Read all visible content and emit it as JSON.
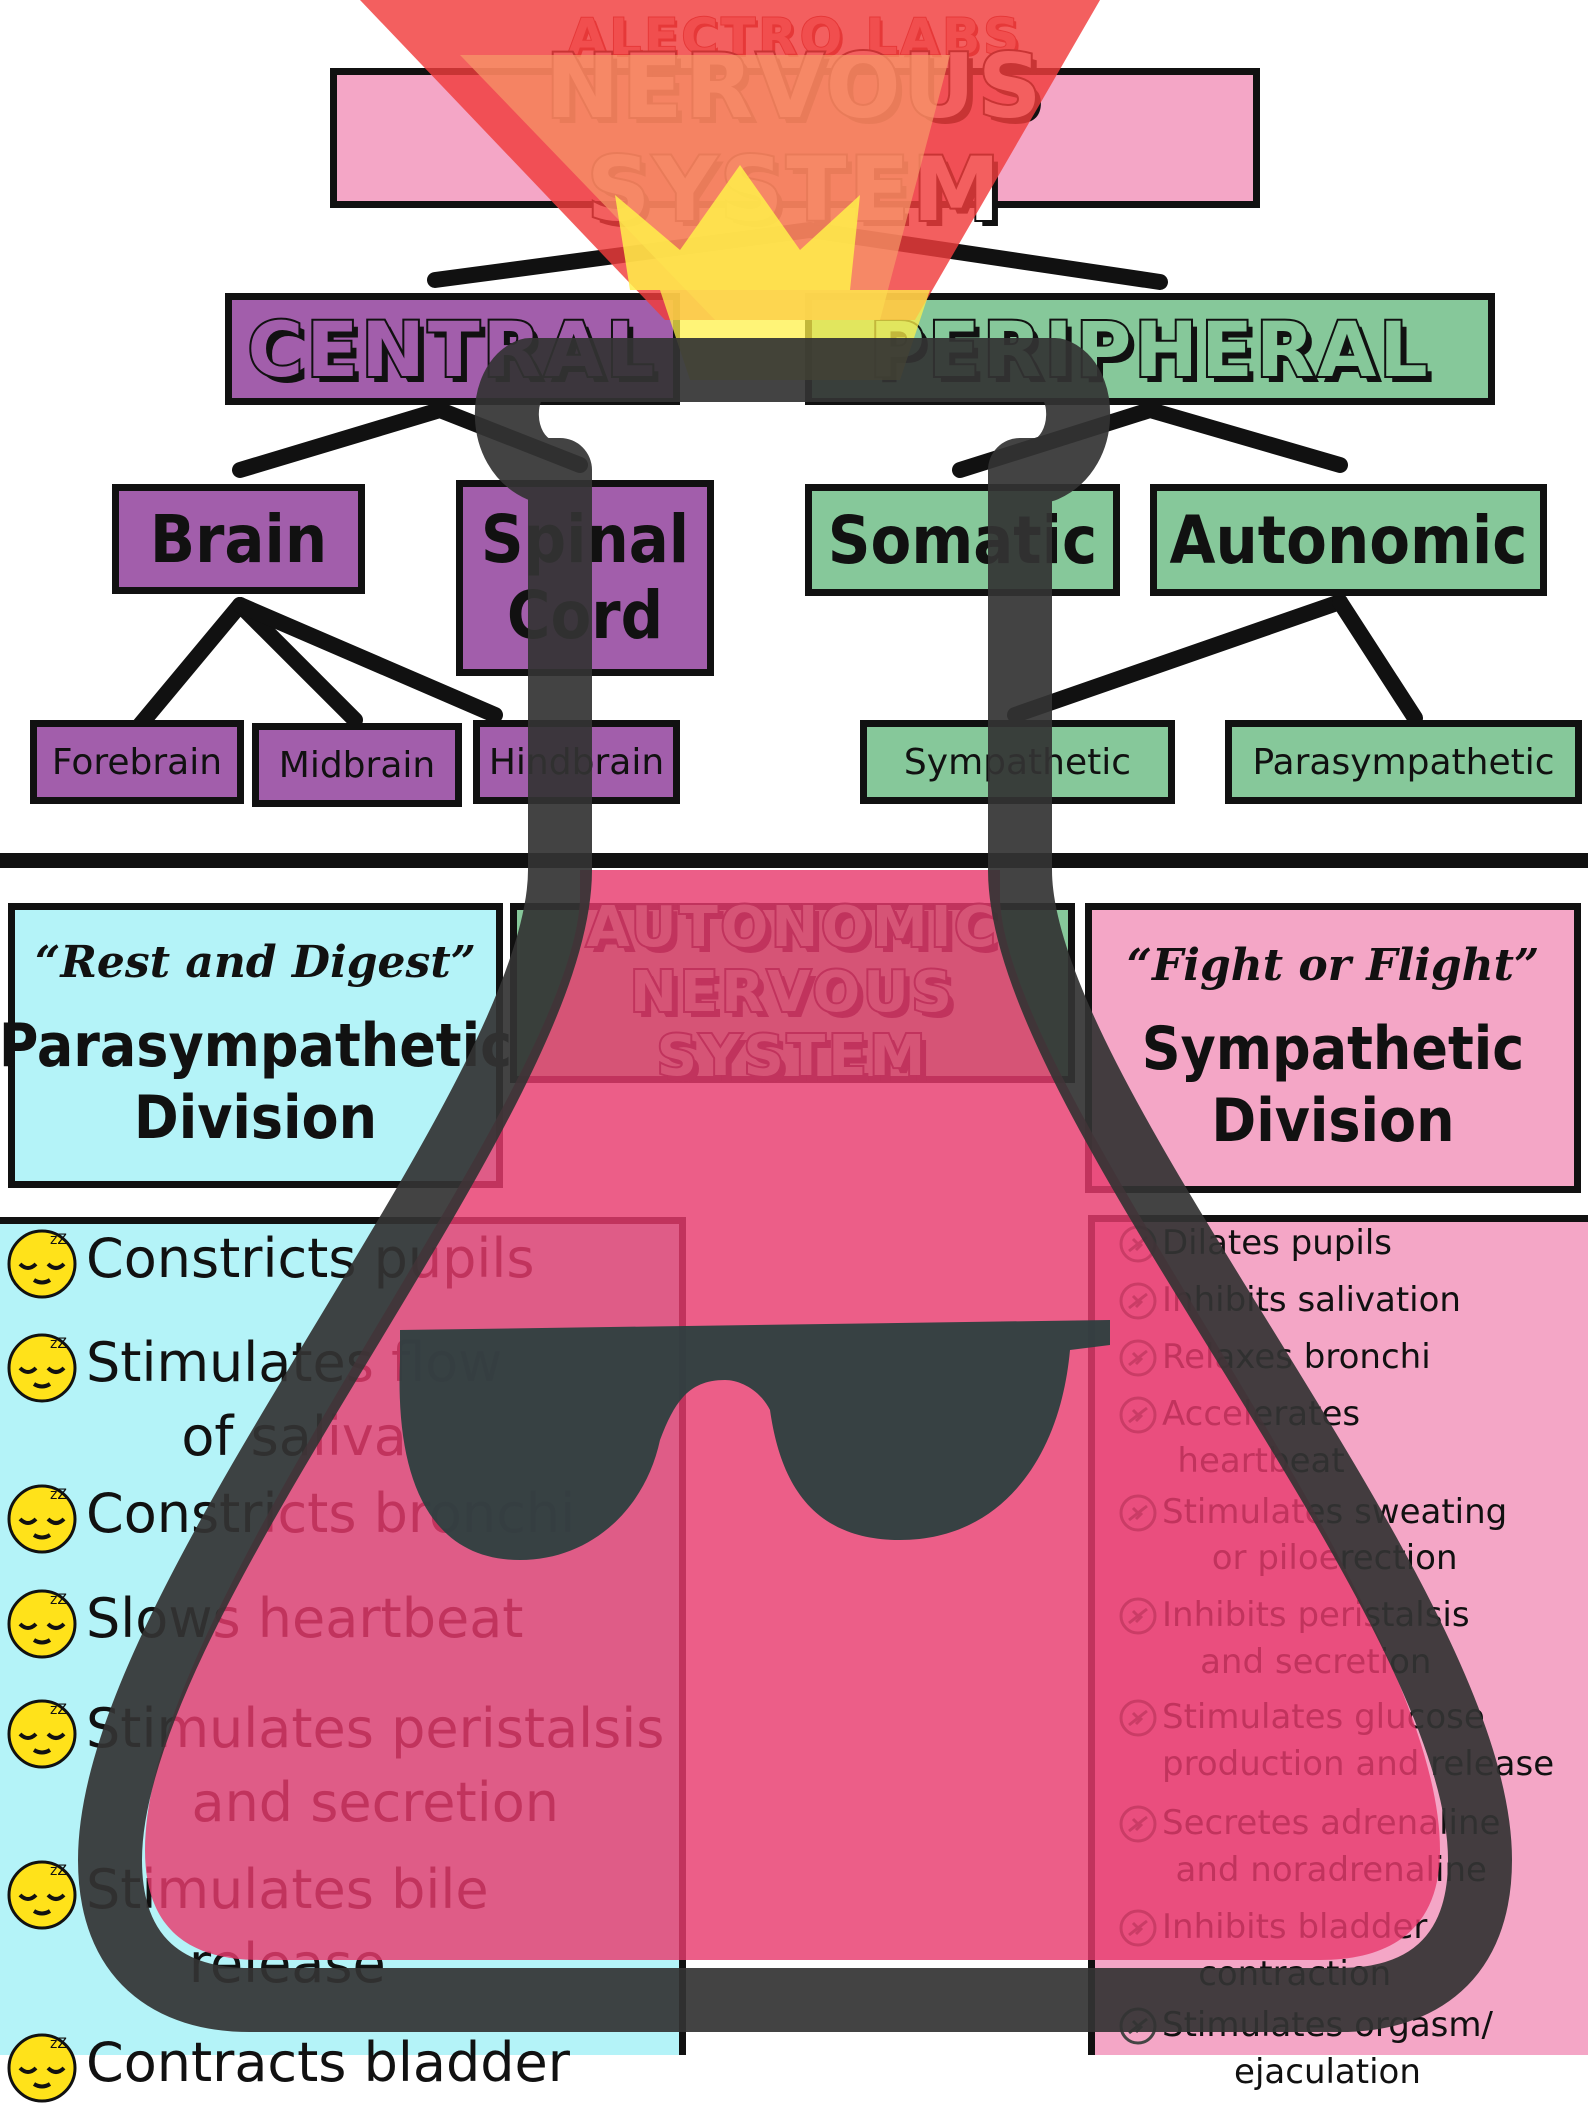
{
  "header": {
    "brand": "ALECTRO LABS",
    "title": "NERVOUS SYSTEM"
  },
  "tree": {
    "central": "CENTRAL",
    "peripheral": "PERIPHERAL",
    "brain": "Brain",
    "spinal_cord_line1": "Spinal",
    "spinal_cord_line2": "Cord",
    "somatic": "Somatic",
    "autonomic": "Autonomic",
    "forebrain": "Forebrain",
    "midbrain": "Midbrain",
    "hindbrain": "Hindbrain",
    "sympathetic": "Sympathetic",
    "parasympathetic": "Parasympathetic"
  },
  "ans": {
    "title_line1": "AUTONOMIC",
    "title_line2": "NERVOUS SYSTEM"
  },
  "parasympathetic": {
    "motto": "“Rest and Digest”",
    "title_line1": "Parasympathetic",
    "title_line2": "Division",
    "items": [
      {
        "line1": "Constricts pupils",
        "line2": ""
      },
      {
        "line1": "Stimulates flow",
        "line2": "of saliva"
      },
      {
        "line1": "Constricts bronchi",
        "line2": ""
      },
      {
        "line1": "Slows heartbeat",
        "line2": ""
      },
      {
        "line1": "Stimulates peristalsis",
        "line2": "and secretion"
      },
      {
        "line1": "Stimulates bile",
        "line2": "release"
      },
      {
        "line1": "Contracts bladder",
        "line2": ""
      }
    ],
    "icon": "sleepy-face-icon"
  },
  "sympathetic": {
    "motto": "“Fight or Flight”",
    "title_line1": "Sympathetic",
    "title_line2": "Division",
    "items": [
      {
        "line1": "Dilates pupils",
        "line2": ""
      },
      {
        "line1": "Inhibits salivation",
        "line2": ""
      },
      {
        "line1": "Relaxes bronchi",
        "line2": ""
      },
      {
        "line1": "Accelerates",
        "line2": "heartbeat"
      },
      {
        "line1": "Stimulates sweating",
        "line2": "or piloerection"
      },
      {
        "line1": "Inhibits peristalsis",
        "line2": "and secretion"
      },
      {
        "line1": "Stimulates glucose",
        "line2": "production and release"
      },
      {
        "line1": "Secretes adrenaline",
        "line2": "and noradrenaline"
      },
      {
        "line1": "Inhibits bladder",
        "line2": "contraction"
      },
      {
        "line1": "Stimulates orgasm/",
        "line2": "ejaculation"
      }
    ],
    "icon": "airplane-icon"
  },
  "colors": {
    "purple": "#a25eab",
    "green": "#86c89a",
    "pink": "#f4a6c6",
    "cyan": "#b4f3f8",
    "flask_red": "#e83a6e",
    "beam_red": "#f03c3c",
    "beam_yellow": "#fff04a"
  }
}
